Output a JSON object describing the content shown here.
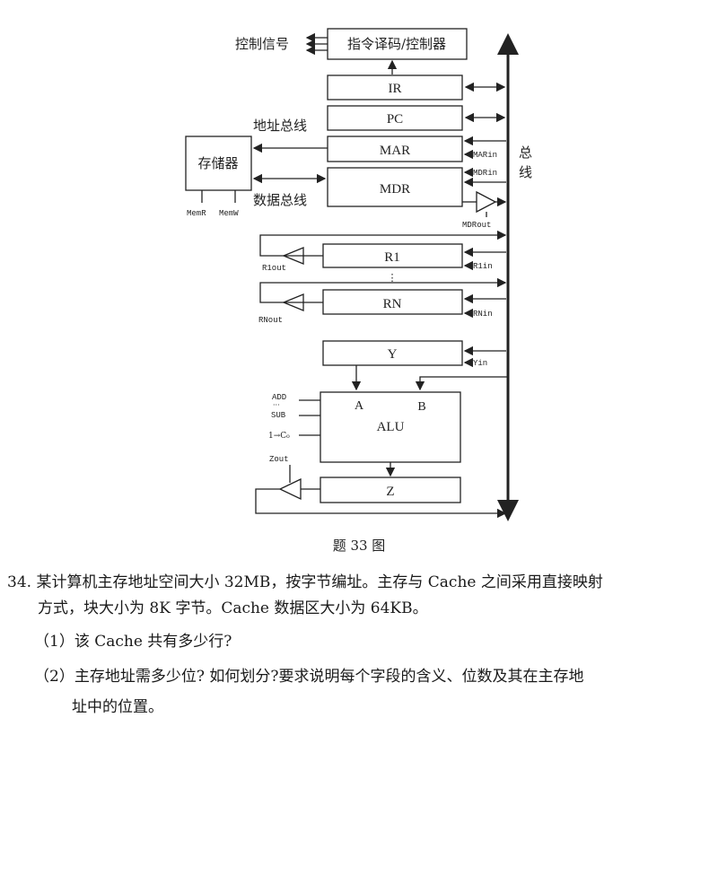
{
  "diagram": {
    "control_signals": "控制信号",
    "decoder": "指令译码/控制器",
    "ir": "IR",
    "pc": "PC",
    "address_bus": "地址总线",
    "mar": "MAR",
    "memory": "存储器",
    "mdr": "MDR",
    "data_bus": "数据总线",
    "mem_r": "MemR",
    "mem_w": "MemW",
    "mar_in": "MARin",
    "mdr_in": "MDRin",
    "mdr_out": "MDRout",
    "bus_1": "总",
    "bus_2": "线",
    "r1": "R1",
    "r1_in": "R1in",
    "r1_out": "R1out",
    "ellipsis": "⋮",
    "rn": "RN",
    "rn_in": "RNin",
    "rn_out": "RNout",
    "y": "Y",
    "y_in": "Yin",
    "alu": "ALU",
    "a": "A",
    "b": "B",
    "add": "ADD",
    "dots": "···",
    "sub": "SUB",
    "c0": "1→C₀",
    "zout": "Zout",
    "z": "Z",
    "caption": "题 33 图"
  },
  "question": {
    "line1": "34.  某计算机主存地址空间大小 32MB，按字节编址。主存与 Cache 之间采用直接映射",
    "line2": "方式，块大小为 8K 字节。Cache 数据区大小为 64KB。",
    "sub1": "（1）该 Cache 共有多少行?",
    "sub2a": "（2）主存地址需多少位? 如何划分?要求说明每个字段的含义、位数及其在主存地",
    "sub2b": "址中的位置。"
  }
}
